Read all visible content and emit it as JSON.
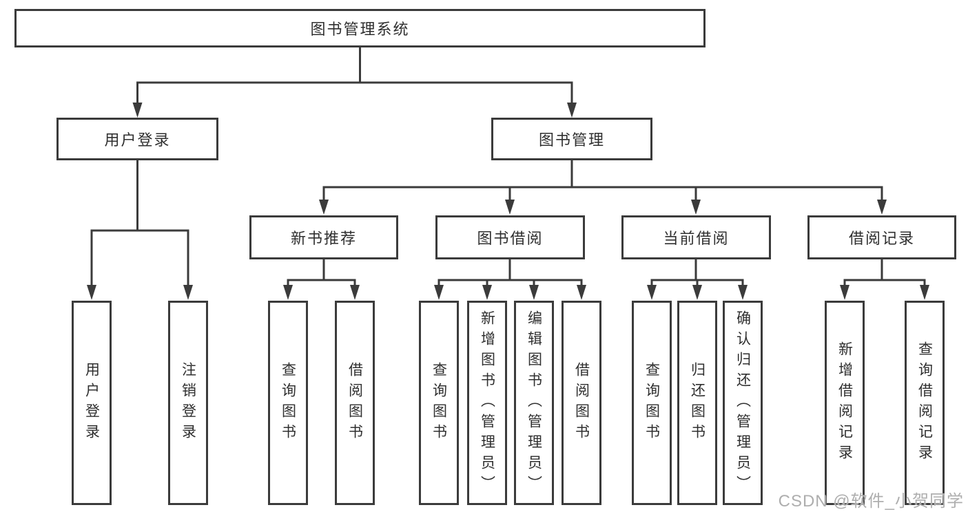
{
  "title": "图书管理系统",
  "tree": {
    "root": {
      "label": "图书管理系统",
      "children": [
        {
          "label": "用户登录",
          "children": [
            {
              "label": "用户登录"
            },
            {
              "label": "注销登录"
            }
          ]
        },
        {
          "label": "图书管理",
          "children": [
            {
              "label": "新书推荐",
              "children": [
                {
                  "label": "查询图书"
                },
                {
                  "label": "借阅图书"
                }
              ]
            },
            {
              "label": "图书借阅",
              "children": [
                {
                  "label": "查询图书"
                },
                {
                  "label": "新增图书（管理员）"
                },
                {
                  "label": "编辑图书（管理员）"
                },
                {
                  "label": "借阅图书"
                }
              ]
            },
            {
              "label": "当前借阅",
              "children": [
                {
                  "label": "查询图书"
                },
                {
                  "label": "归还图书"
                },
                {
                  "label": "确认归还（管理员）"
                }
              ]
            },
            {
              "label": "借阅记录",
              "children": [
                {
                  "label": "新增借阅记录"
                },
                {
                  "label": "查询借阅记录"
                }
              ]
            }
          ]
        }
      ]
    }
  },
  "watermark": "CSDN @软件_小贺同学",
  "colors": {
    "line": "#3b3b3b",
    "text": "#2f2f2f",
    "box_background": "#ffffff",
    "page_background": "#ffffff",
    "watermark": "#aeaeae"
  }
}
